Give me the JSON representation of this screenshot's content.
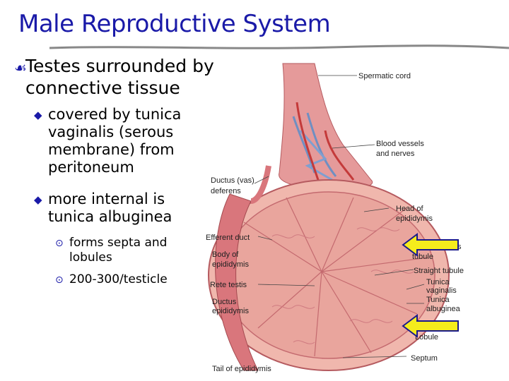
{
  "slide": {
    "title": "Male Reproductive System",
    "bullet1": "Testes surrounded by connective tissue",
    "sub1": "covered by tunica vaginalis (serous membrane) from peritoneum",
    "sub2": "more internal is tunica albuginea",
    "subsub1": "forms septa and lobules",
    "subsub2": "200-300/testicle"
  },
  "diagram": {
    "labels": {
      "spermatic_cord": "Spermatic cord",
      "blood_vessels_1": "Blood vessels",
      "blood_vessels_2": "and nerves",
      "ductus_deferens_1": "Ductus (vas)",
      "ductus_deferens_2": "deferens",
      "head_epididymis_1": "Head of",
      "head_epididymis_2": "epididymis",
      "efferent_duct": "Efferent duct",
      "body_epididymis_1": "Body of",
      "body_epididymis_2": "epididymis",
      "seminiferous_tubule_partial_1": "s",
      "seminiferous_tubule_partial_2": "tubule",
      "straight_tubule": "Straight tubule",
      "rete_testis": "Rete testis",
      "tunica_vaginalis_1": "Tunica",
      "tunica_vaginalis_2": "vaginalis",
      "tunica_albuginea_1": "Tunica",
      "tunica_albuginea_2": "albuginea",
      "ductus_epididymis_1": "Ductus",
      "ductus_epididymis_2": "epididymis",
      "lobule_partial": "Lobule",
      "septum": "Septum",
      "tail_epididymis": "Tail of epididymis"
    },
    "colors": {
      "arrow_fill": "#f5ec1c",
      "arrow_stroke": "#1a1a8a",
      "tissue": "#d9767c",
      "tissue_light": "#f0b7ad",
      "vessel_blue": "#6f8fc2"
    }
  }
}
